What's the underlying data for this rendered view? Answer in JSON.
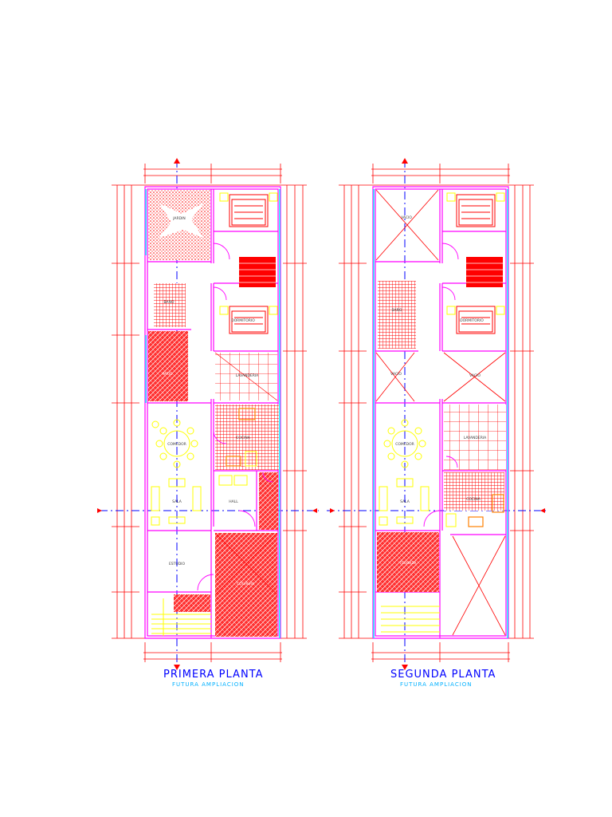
{
  "colors": {
    "dimension": "#ff0000",
    "wall": "#ff00ff",
    "fixture": "#ffff00",
    "axis": "#0000ff",
    "glass": "#00ffff",
    "hatch": "#ff0000",
    "title": "#0000ff",
    "subtitle": "#00b0ff"
  },
  "plans": [
    {
      "title": "PRIMERA  PLANTA",
      "subtitle": "FUTURA  AMPLIACION",
      "rooms": {
        "r1": "JARDIN",
        "r2": "BAÑO",
        "r3": "PATIO",
        "r4": "DORMITORIO",
        "r5": "LAVANDERIA",
        "r6": "COMEDOR",
        "r7": "COCINA",
        "r8": "SALA",
        "r9": "HALL",
        "r10": "ESTUDIO",
        "r11": "COCHERA"
      }
    },
    {
      "title": "SEGUNDA  PLANTA",
      "subtitle": "FUTURA  AMPLIACION",
      "rooms": {
        "r1": "VACIO",
        "r2": "BAÑO",
        "r3": "VACIO",
        "r4": "DORMITORIO",
        "r5": "VACIO",
        "r6": "COMEDOR",
        "r7": "LAVANDERIA",
        "r8": "SALA",
        "r9": "COCINA",
        "r10": "TERRAZA"
      }
    }
  ]
}
